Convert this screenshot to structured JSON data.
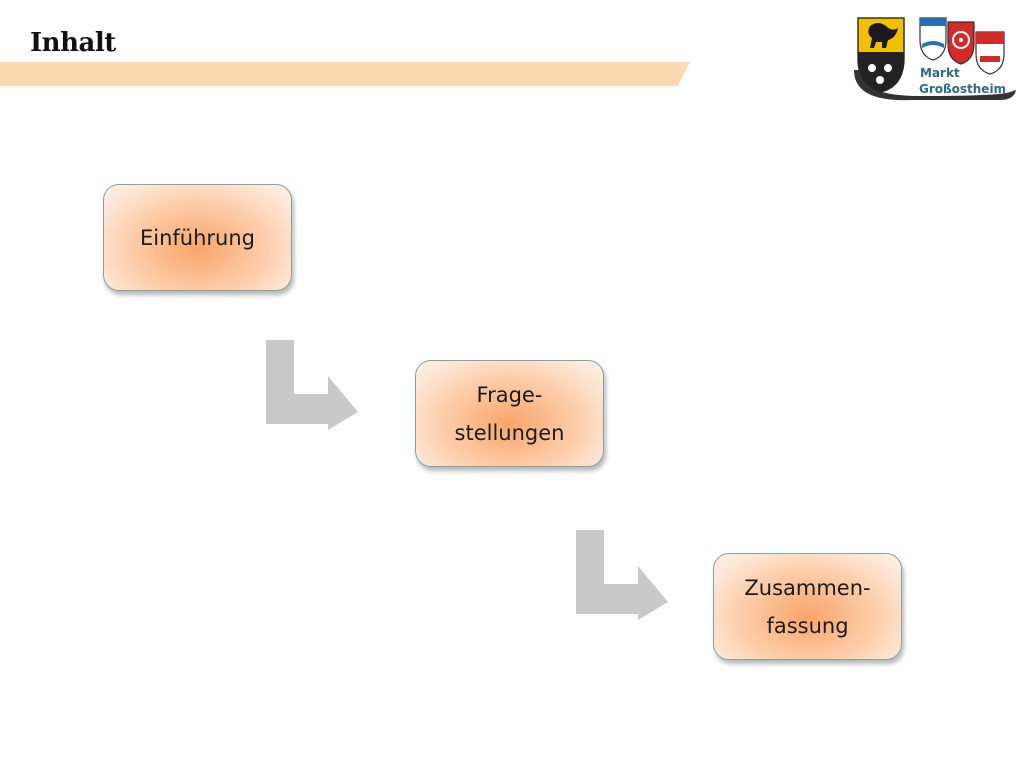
{
  "slide": {
    "title": "Inhalt"
  },
  "steps": [
    {
      "lines": [
        "Einführung"
      ]
    },
    {
      "lines": [
        "Frage-",
        "stellungen"
      ]
    },
    {
      "lines": [
        "Zusammen-",
        "fassung"
      ]
    }
  ],
  "logo": {
    "line1": "Markt",
    "line2": "Großostheim"
  },
  "colors": {
    "title_bar": "#fad8b0",
    "step_center": "#f9a56a",
    "step_edge": "#fff1e6",
    "step_border": "#7ea6a2",
    "arrow": "#c9c9c9",
    "logo_text": "#2e6a8e"
  }
}
